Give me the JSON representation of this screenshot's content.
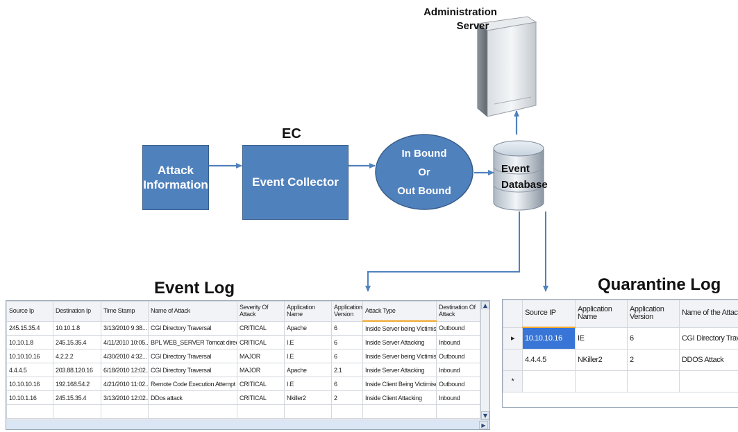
{
  "diagram": {
    "admin_server_label_line1": "Administration",
    "admin_server_label_line2": "Server",
    "ec_label": "EC",
    "attack_info_line1": "Attack",
    "attack_info_line2": "Information",
    "event_collector": "Event Collector",
    "inout_line1": "In Bound",
    "inout_line2": "Or",
    "inout_line3": "Out Bound",
    "event_db_line1": "Event",
    "event_db_line2": "Database",
    "colors": {
      "box_fill": "#4f81bd",
      "box_border": "#385d8a",
      "arrow": "#4f81bd"
    }
  },
  "event_log": {
    "title": "Event Log",
    "columns": [
      "Source Ip",
      "Destination Ip",
      "Time Stamp",
      "Name of Attack",
      "Severity Of Attack",
      "Application Name",
      "Application Version",
      "Attack Type",
      "Destination Of Attack"
    ],
    "rows": [
      [
        "245.15.35.4",
        "10.10.1.8",
        "3/13/2010 9:38...",
        "CGI Directory Traversal",
        "CRITICAL",
        "Apache",
        "6",
        "Inside Server being Victimised",
        "Outbound"
      ],
      [
        "10.10.1.8",
        "245.15.35.4",
        "4/11/2010 10:05...",
        "BPL WEB_SERVER Tomcat direc...",
        "CRITICAL",
        "I.E",
        "6",
        "Inside Server Attacking",
        "Inbound"
      ],
      [
        "10.10.10.16",
        "4.2.2.2",
        "4/30/2010 4:32...",
        "CGI Directory Traversal",
        "MAJOR",
        "I.E",
        "6",
        "Inside Server being Victimised",
        "Outbound"
      ],
      [
        "4.4.4.5",
        "203.88.120.16",
        "6/18/2010 12:02...",
        "CGI Directory Traversal",
        "MAJOR",
        "Apache",
        "2.1",
        "Inside Server Attacking",
        "Inbound"
      ],
      [
        "10.10.10.16",
        "192.168.54.2",
        "4/21/2010 11:02...",
        "Remote Code Execution Attempt",
        "CRITICAL",
        "I.E",
        "6",
        "Inside Client Being Victimised",
        "Outbound"
      ],
      [
        "10.10.1.16",
        "245.15.35.4",
        "3/13/2010 12:02...",
        "DDos attack",
        "CRITICAL",
        "Nkiller2",
        "2",
        "Inside Client Attacking",
        "Inbound"
      ]
    ]
  },
  "quarantine_log": {
    "title": "Quarantine Log",
    "columns": [
      "Source IP",
      "Application Name",
      "Application Version",
      "Name of the Attack"
    ],
    "rows": [
      [
        "10.10.10.16",
        "IE",
        "6",
        "CGI Directory Traversal"
      ],
      [
        "4.4.4.5",
        "NKiller2",
        "2",
        "DDOS Attack"
      ],
      [
        "",
        "",
        "",
        ""
      ]
    ],
    "row_markers": [
      "▸",
      "",
      "*"
    ]
  }
}
